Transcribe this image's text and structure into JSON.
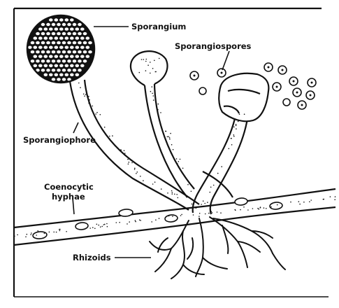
{
  "diagram": {
    "labels": {
      "sporangium": "Sporangium",
      "sporangiospores": "Sporangiospores",
      "sporangiophore": "Sporangiophore",
      "coenocytic_line1": "Coenocytic",
      "coenocytic_line2": "hyphae",
      "rhizoids": "Rhizoids"
    },
    "colors": {
      "ink": "#111111",
      "paper": "#ffffff"
    }
  }
}
